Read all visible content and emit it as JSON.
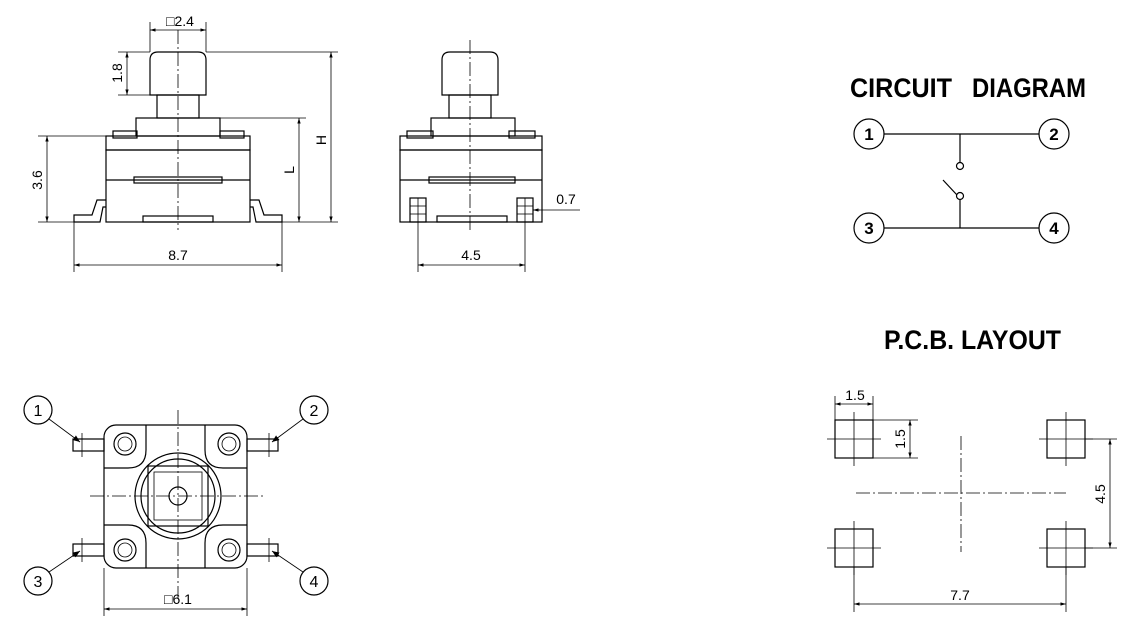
{
  "front_view": {
    "dim_top": "□2.4",
    "dim_cap_height": "1.8",
    "dim_body_height": "3.6",
    "dim_L": "L",
    "dim_H": "H",
    "dim_width": "8.7"
  },
  "side_view": {
    "dim_width": "4.5",
    "dim_terminal": "0.7"
  },
  "bottom_view": {
    "pins": [
      "1",
      "2",
      "3",
      "4"
    ],
    "dim_body": "□6.1"
  },
  "circuit": {
    "title": "CIRCUIT",
    "title2": "DIAGRAM",
    "pins": [
      "1",
      "2",
      "3",
      "4"
    ]
  },
  "pcb": {
    "title": "P.C.B. LAYOUT",
    "dim_pad_w": "1.5",
    "dim_pad_h": "1.5",
    "dim_pitch_v": "4.5",
    "dim_pitch_h": "7.7"
  }
}
